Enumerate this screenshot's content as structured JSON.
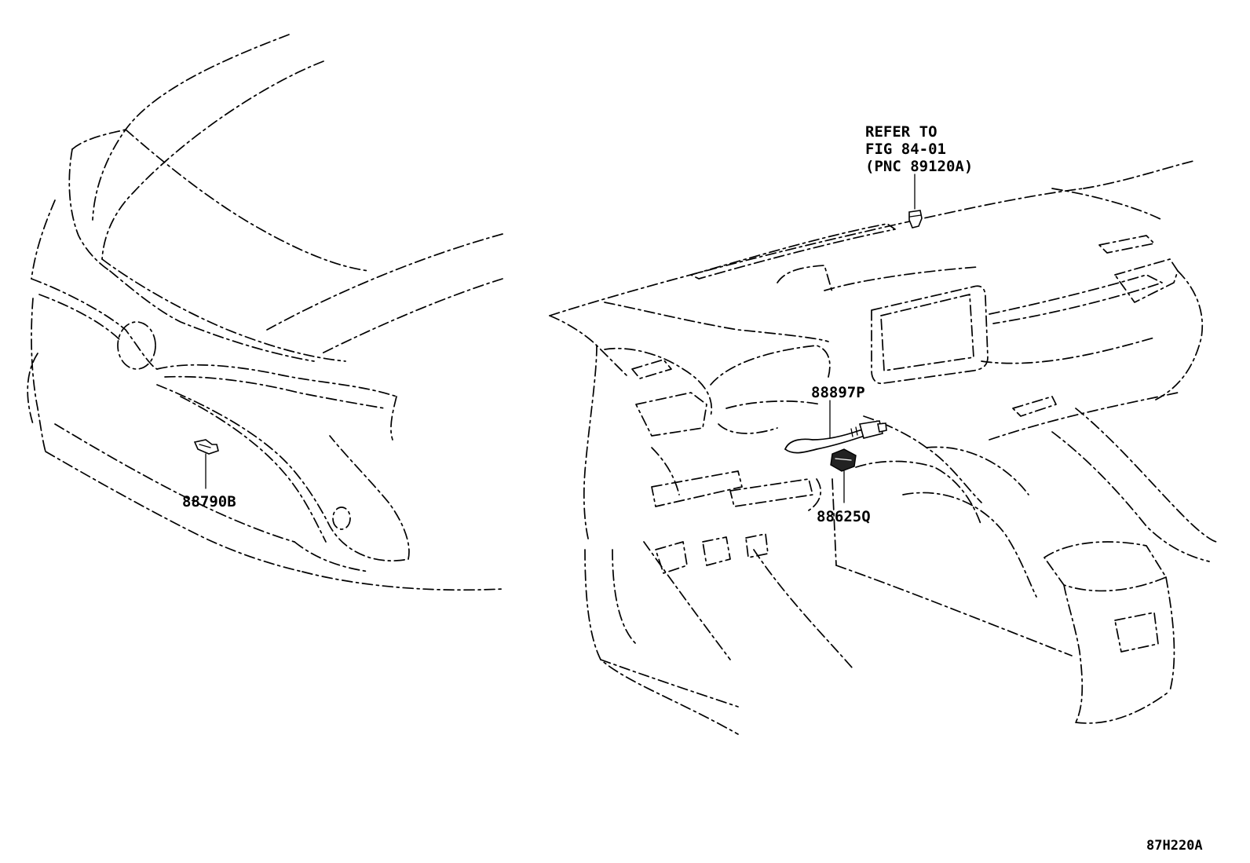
{
  "labels": {
    "part_88790B": "88790B",
    "part_88897P": "88897P",
    "part_88625Q": "88625Q",
    "refer_line1": "REFER TO",
    "refer_line2": "FIG 84-01",
    "refer_line3": "(PNC 89120A)",
    "figure_code": "87H220A"
  }
}
